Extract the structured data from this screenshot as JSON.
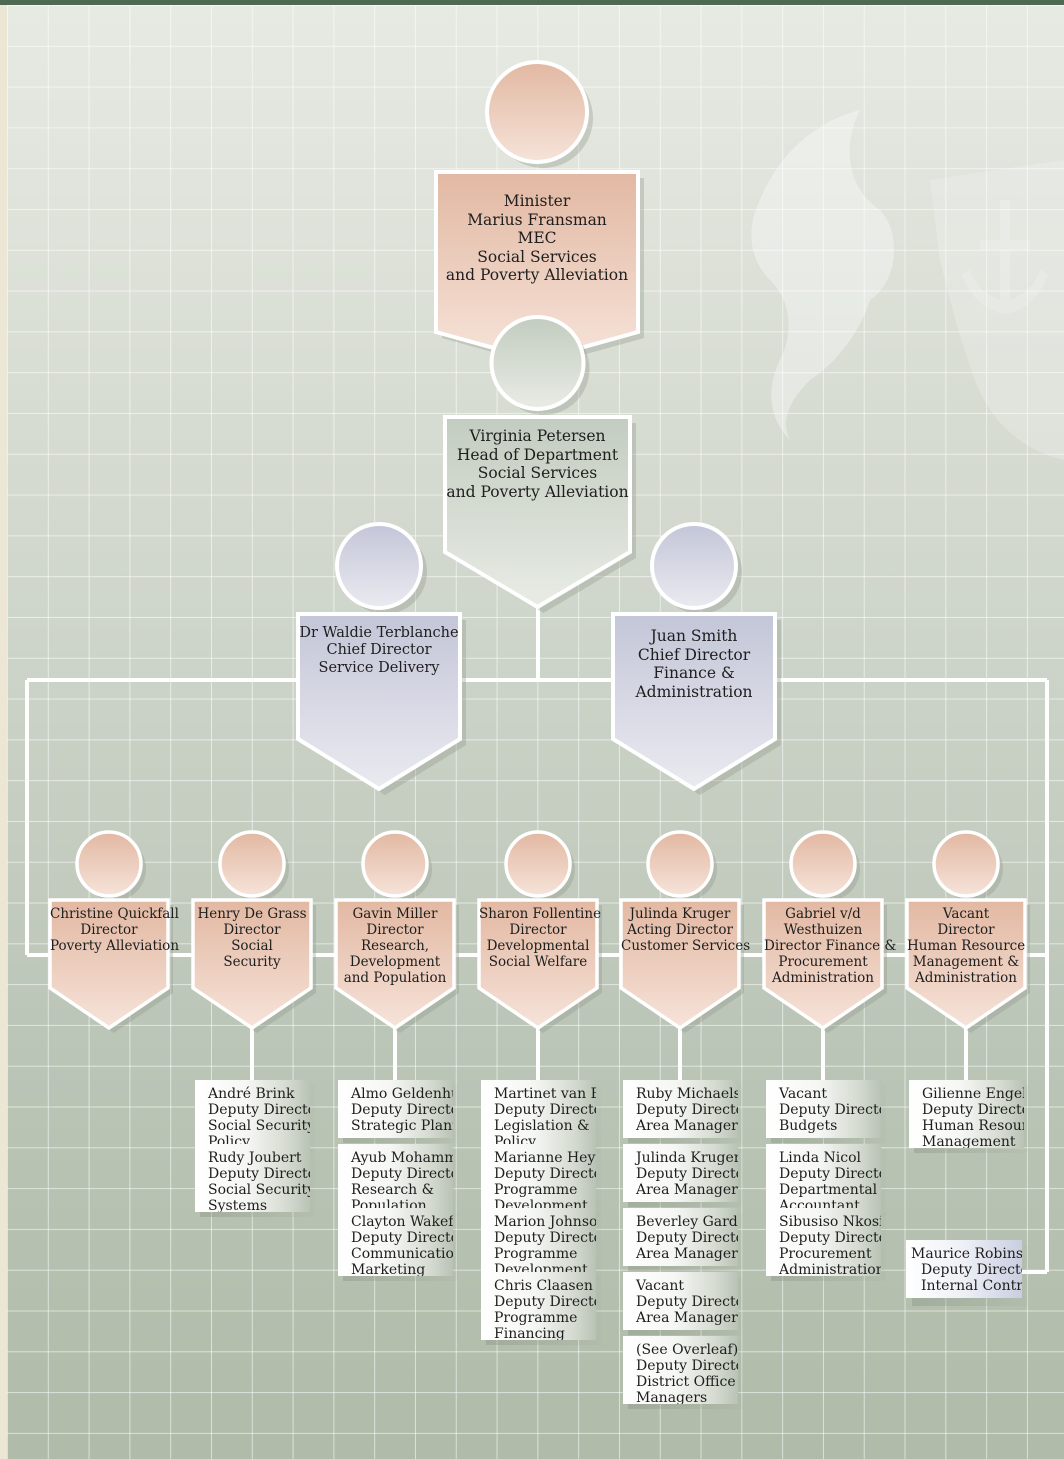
{
  "minister": {
    "lines": [
      "Minister",
      "Marius Fransman",
      "MEC",
      "Social Services",
      "and Poverty Alleviation"
    ]
  },
  "hod": {
    "lines": [
      "Virginia Petersen",
      "Head of Department",
      "Social Services",
      "and Poverty Alleviation"
    ]
  },
  "chief_directors": [
    {
      "lines": [
        "Dr Waldie Terblanche",
        "Chief Director",
        "Service Delivery"
      ]
    },
    {
      "lines": [
        "Juan Smith",
        "Chief Director",
        "Finance &",
        "Administration"
      ]
    }
  ],
  "directors": [
    {
      "lines": [
        "Christine Quickfall",
        "Director",
        "Poverty Alleviation"
      ],
      "deputies": []
    },
    {
      "lines": [
        "Henry De Grass",
        "Director",
        "Social",
        "Security"
      ],
      "deputies": [
        {
          "lines": [
            "André Brink",
            "Deputy Director",
            "Social Security",
            "Policy"
          ]
        },
        {
          "lines": [
            "Rudy Joubert",
            "Deputy Director",
            "Social Security",
            "Systems"
          ]
        }
      ]
    },
    {
      "lines": [
        "Gavin Miller",
        "Director",
        "Research,",
        "Development",
        "and Population"
      ],
      "deputies": [
        {
          "lines": [
            "Almo Geldenhuys",
            "Deputy Director",
            "Strategic Planning"
          ]
        },
        {
          "lines": [
            "Ayub Mohammed",
            "Deputy Director",
            "Research &",
            "Population"
          ]
        },
        {
          "lines": [
            "Clayton Wakeford",
            "Deputy Director",
            "Communication &",
            "Marketing"
          ]
        }
      ]
    },
    {
      "lines": [
        "Sharon Follentine",
        "Director",
        "Developmental",
        "Social Welfare"
      ],
      "deputies": [
        {
          "lines": [
            "Martinet van Brakel",
            "Deputy Director",
            "Legislation &",
            "Policy"
          ]
        },
        {
          "lines": [
            "Marianne Heyns",
            "Deputy Director",
            "Programme",
            "Development"
          ]
        },
        {
          "lines": [
            "Marion Johnson",
            "Deputy Director",
            "Programme",
            "Development"
          ]
        },
        {
          "lines": [
            "Chris Claasen",
            "Deputy Director",
            "Programme",
            "Financing"
          ]
        }
      ]
    },
    {
      "lines": [
        "Julinda Kruger",
        "Acting Director",
        "Customer Services"
      ],
      "deputies": [
        {
          "lines": [
            "Ruby Michaels",
            "Deputy Director",
            "Area Manager"
          ]
        },
        {
          "lines": [
            "Julinda Kruger",
            "Deputy Director",
            "Area Manager"
          ]
        },
        {
          "lines": [
            "Beverley Gardner",
            "Deputy Director",
            "Area Manager"
          ]
        },
        {
          "lines": [
            "Vacant",
            "Deputy Director",
            "Area Manager"
          ]
        },
        {
          "lines": [
            "(See Overleaf)",
            "Deputy Directors",
            "District Office",
            "Managers"
          ]
        }
      ]
    },
    {
      "lines": [
        "Gabriel v/d",
        "Westhuizen",
        "Director Finance &",
        "Procurement",
        "Administration"
      ],
      "deputies": [
        {
          "lines": [
            "Vacant",
            "Deputy Director",
            "Budgets"
          ]
        },
        {
          "lines": [
            "Linda Nicol",
            "Deputy Director",
            "Departmental",
            "Accountant"
          ]
        },
        {
          "lines": [
            "Sibusiso Nkosi",
            "Deputy Director",
            "Procurement",
            "Administration"
          ]
        }
      ]
    },
    {
      "lines": [
        "Vacant",
        "Director",
        "Human Resource",
        "Management &",
        "Administration"
      ],
      "deputies": [
        {
          "lines": [
            "Gilienne Engel",
            "Deputy Director",
            "Human Resource",
            "Management"
          ]
        }
      ]
    }
  ],
  "internal_control": {
    "lines": [
      "Maurice Robinson",
      "Deputy Director",
      "Internal Control"
    ]
  },
  "colors": {
    "peach_top": "#e2b8a2",
    "peach_bottom": "#f6e3d9",
    "grey_top": "#c3ccc0",
    "grey_bottom": "#e8ece5",
    "lav_top": "#c3c6d8",
    "lav_bottom": "#eaeaf0",
    "frame": "#e6dcdc",
    "line": "#ffffff"
  }
}
